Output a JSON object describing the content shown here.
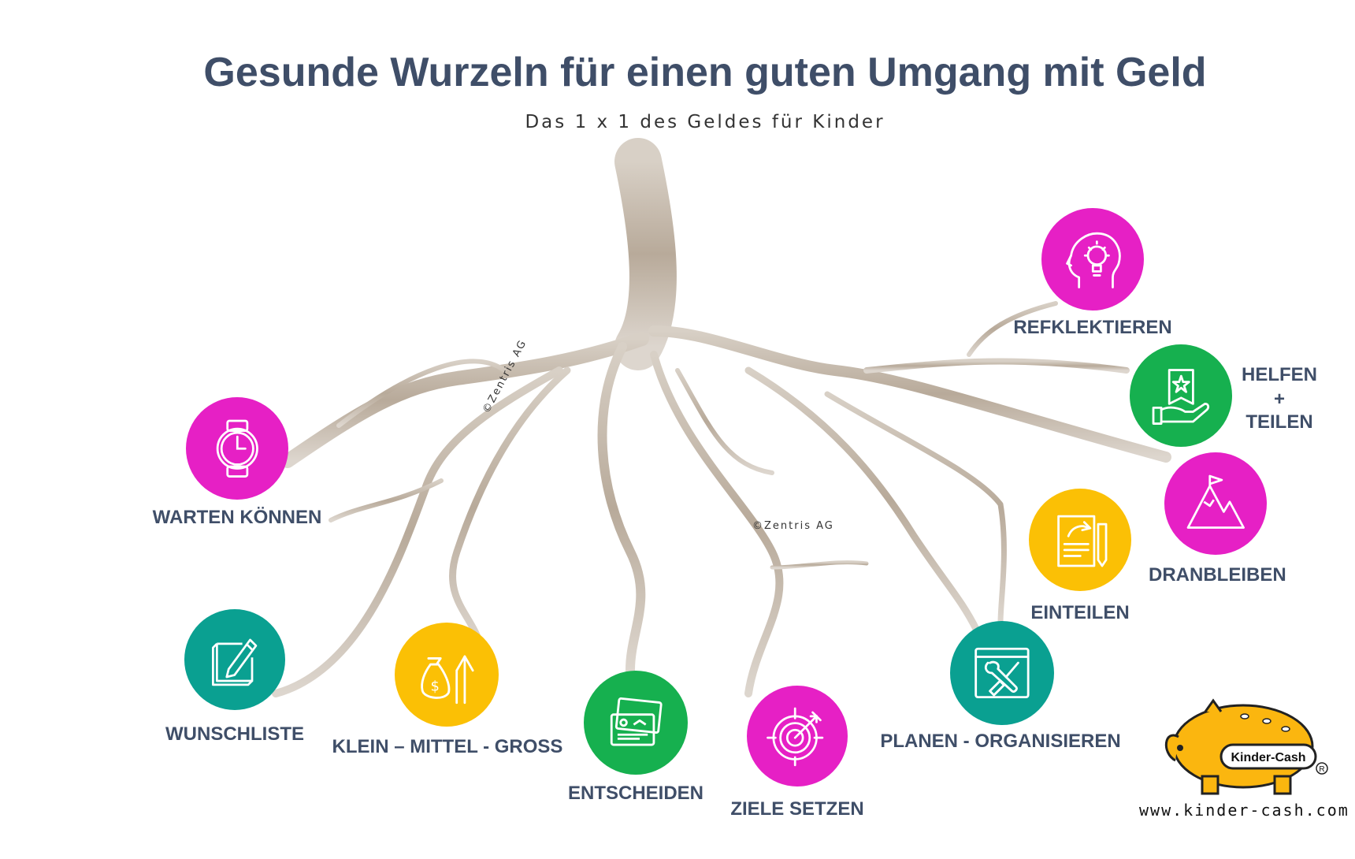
{
  "title": "Gesunde Wurzeln für einen guten Umgang mit Geld",
  "subtitle": "Das 1 x 1 des Geldes für Kinder",
  "copyright_1": "©Zentris AG",
  "copyright_2": "©Zentris AG",
  "url": "www.kinder-cash.com",
  "logo_text": "Kinder-Cash",
  "colors": {
    "magenta": "#e620c5",
    "green": "#16b04f",
    "teal": "#0aa091",
    "yellow": "#fbc005",
    "root": "#c8bdb0",
    "title": "#3f4e68"
  },
  "nodes": {
    "warten": {
      "label": "WARTEN KÖNNEN",
      "icon": "watch-icon",
      "color": "#e620c5"
    },
    "wunschliste": {
      "label": "WUNSCHLISTE",
      "icon": "note-pencil-icon",
      "color": "#0aa091"
    },
    "klein": {
      "label": "KLEIN – MITTEL - GROSS",
      "icon": "money-bag-growth-icon",
      "color": "#fbc005"
    },
    "entscheiden": {
      "label": "ENTSCHEIDEN",
      "icon": "pictures-icon",
      "color": "#16b04f"
    },
    "ziele": {
      "label": "ZIELE SETZEN",
      "icon": "target-icon",
      "color": "#e620c5"
    },
    "planen": {
      "label": "PLANEN - ORGANISIEREN",
      "icon": "tools-window-icon",
      "color": "#0aa091"
    },
    "einteilen": {
      "label": "EINTEILEN",
      "icon": "document-pencil-icon",
      "color": "#fbc005"
    },
    "dranbleiben": {
      "label": "DRANBLEIBEN",
      "icon": "mountain-flag-icon",
      "color": "#e620c5"
    },
    "helfen": {
      "label_1": "HELFEN",
      "label_2": "+",
      "label_3": "TEILEN",
      "icon": "hand-badge-icon",
      "color": "#16b04f"
    },
    "reflektieren": {
      "label": "REFKLEKTIEREN",
      "icon": "head-lightbulb-icon",
      "color": "#e620c5"
    }
  }
}
